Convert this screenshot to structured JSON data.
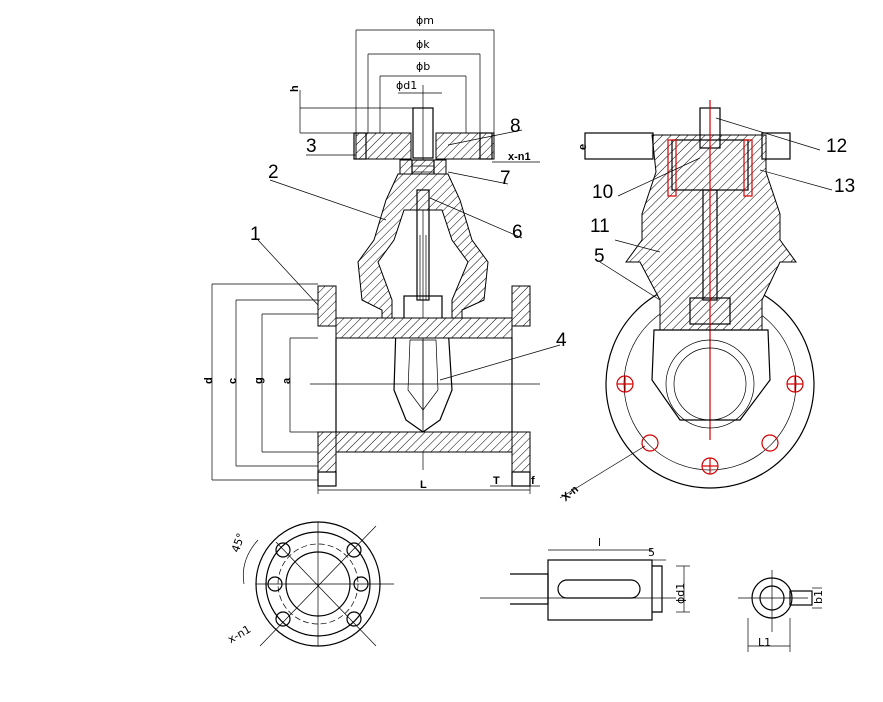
{
  "dimensions": {
    "phi_m": "ϕm",
    "phi_k": "ϕk",
    "phi_b": "ϕb",
    "phi_d1": "ϕd1",
    "h": "h",
    "x_n1": "x-n1",
    "d": "d",
    "c": "c",
    "g": "g",
    "a": "a",
    "L": "L",
    "T": "T",
    "f": "f",
    "e": "e",
    "x_n": "X-n",
    "angle": "45°",
    "x_n1_bottom": "x-n1",
    "l": "l",
    "s": "5",
    "phi_d1_stem": "ϕd1",
    "b1": "b1",
    "L1": "L1"
  },
  "parts": [
    "1",
    "2",
    "3",
    "4",
    "5",
    "6",
    "7",
    "8",
    "10",
    "11",
    "12",
    "13"
  ]
}
